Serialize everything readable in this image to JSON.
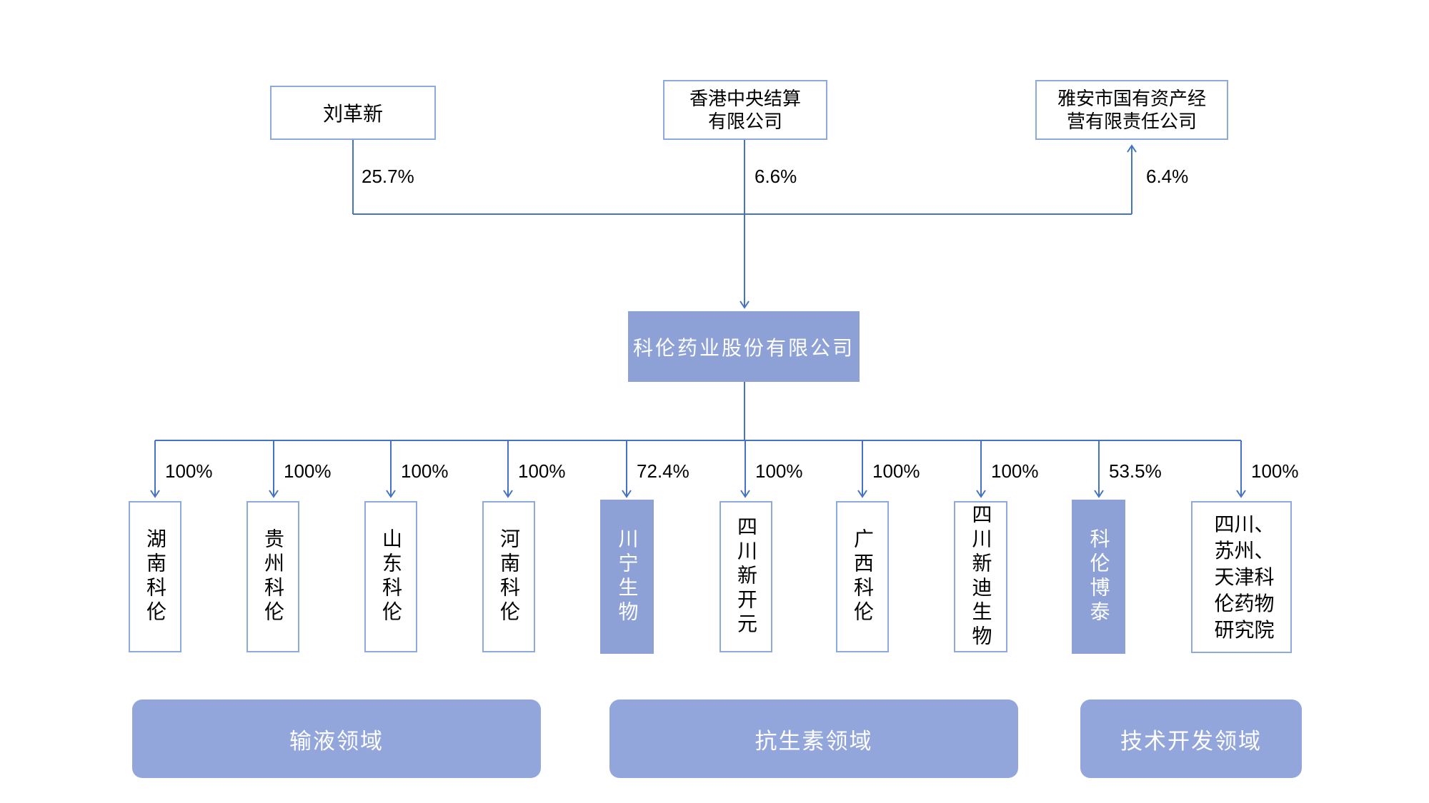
{
  "diagram": {
    "shareholders": [
      {
        "name": "刘革新",
        "stake": "25.7%"
      },
      {
        "name": "香港中央结算\n有限公司",
        "stake": "6.6%"
      },
      {
        "name": "雅安市国有资产经\n营有限责任公司",
        "stake": "6.4%"
      }
    ],
    "parent_company": {
      "name": "科伦药业股份有限公司"
    },
    "subsidiaries": [
      {
        "name": "湖南科伦",
        "stake": "100%",
        "highlighted": false
      },
      {
        "name": "贵州科伦",
        "stake": "100%",
        "highlighted": false
      },
      {
        "name": "山东科伦",
        "stake": "100%",
        "highlighted": false
      },
      {
        "name": "河南科伦",
        "stake": "100%",
        "highlighted": false
      },
      {
        "name": "川宁生物",
        "stake": "72.4%",
        "highlighted": true
      },
      {
        "name": "四川新开元",
        "stake": "100%",
        "highlighted": false
      },
      {
        "name": "广西科伦",
        "stake": "100%",
        "highlighted": false
      },
      {
        "name": "四川新迪生物",
        "stake": "100%",
        "highlighted": false
      },
      {
        "name": "科伦博泰",
        "stake": "53.5%",
        "highlighted": true
      },
      {
        "name": "四川、\n苏州、\n天津科\n伦药物\n研究院",
        "stake": "100%",
        "highlighted": false
      }
    ],
    "segments": [
      {
        "label": "输液领域"
      },
      {
        "label": "抗生素领域"
      },
      {
        "label": "技术开发领域"
      }
    ],
    "colors": {
      "line": "#4472C4",
      "node_border": "#8EA9DB",
      "node_fill": "#8DA1D6",
      "band_fill": "#93A6DB",
      "text": "#000000",
      "inverse_text": "#FFFFFF"
    }
  }
}
